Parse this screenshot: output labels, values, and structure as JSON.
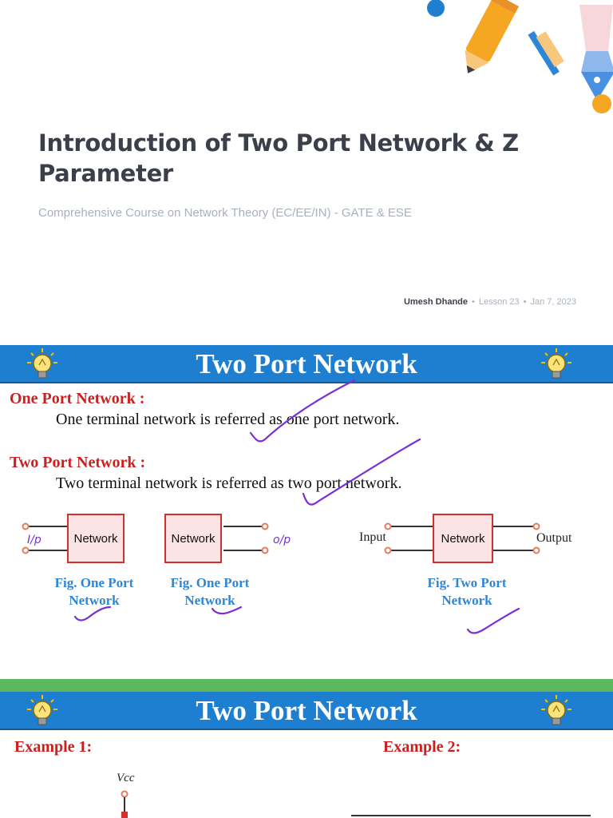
{
  "header": {
    "title": "Introduction of Two Port Network & Z Parameter",
    "subtitle": "Comprehensive Course on Network Theory (EC/EE/IN) - GATE & ESE",
    "author": "Umesh Dhande",
    "lesson": "Lesson 23",
    "date": "Jan 7, 2023",
    "separator": "•"
  },
  "slide1": {
    "banner": "Two Port Network",
    "one_port": {
      "heading": "One Port Network :",
      "text": "One terminal network is referred as one port network."
    },
    "two_port": {
      "heading": "Two Port Network :",
      "text": "Two terminal network is referred as two port network."
    },
    "figures": {
      "network_label": "Network",
      "caption_one_line1": "Fig. One Port",
      "caption_one_line2": "Network",
      "caption_two_line1": "Fig. Two Port",
      "caption_two_line2": "Network",
      "input_label": "Input",
      "output_label": "Output",
      "hand_ip": "I/p",
      "hand_op": "o/p"
    }
  },
  "slide2": {
    "banner": "Two Port Network",
    "example1": "Example 1:",
    "example2": "Example 2:",
    "vcc_label": "Vcc"
  },
  "colors": {
    "banner_blue": "#1e7fd0",
    "heading_red": "#cc1f1f",
    "caption_blue": "#2e86d6",
    "separator_green": "#5cb85c",
    "annotation_purple": "#7a2fd6",
    "title_dark": "#3a3f4a"
  }
}
